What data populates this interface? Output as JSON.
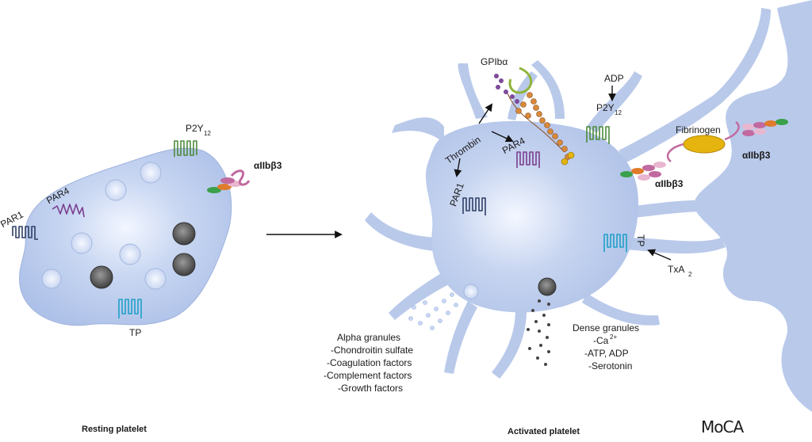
{
  "colors": {
    "cell_fill": "#b7c8ea",
    "cell_light": "#eef3ff",
    "PAR1": "#2f3e66",
    "PAR4": "#7a3f8f",
    "P2Y12": "#4d8a3c",
    "TP": "#1fa0c8",
    "fibrinogen": "#e5b40e",
    "alpha_granule": "#dfe7fb",
    "dense_granule": "#4a4a4a"
  },
  "resting": {
    "caption": "Resting platelet",
    "receptors": {
      "par1": "PAR1",
      "par4": "PAR4",
      "p2y": "P2Y",
      "p2y_sub": "12",
      "tp": "TP",
      "integrin": "αIIbβ3"
    }
  },
  "activated": {
    "caption": "Activated platelet",
    "labels": {
      "gp": "GPIbα",
      "adp": "ADP",
      "p2y": "P2Y",
      "p2y_sub": "12",
      "thrombin": "Thrombin",
      "par4": "PAR4",
      "par1": "PAR1",
      "fibrinogen": "Fibrinogen",
      "integrin_right": "αIIbβ3",
      "integrin_left": "αIIbβ3",
      "tp": "TP",
      "txa": "TxA",
      "txa_sub": "2"
    },
    "alpha_granules": {
      "title": "Alpha granules",
      "items": [
        "-Chondroitin sulfate",
        "-Coagulation factors",
        "-Complement factors",
        "-Growth factors"
      ]
    },
    "dense_granules": {
      "title": "Dense granules",
      "ca": "-Ca",
      "ca_sup": "2+",
      "items": [
        "-ATP, ADP",
        "-Serotonin"
      ]
    }
  },
  "logo": "MoCA"
}
